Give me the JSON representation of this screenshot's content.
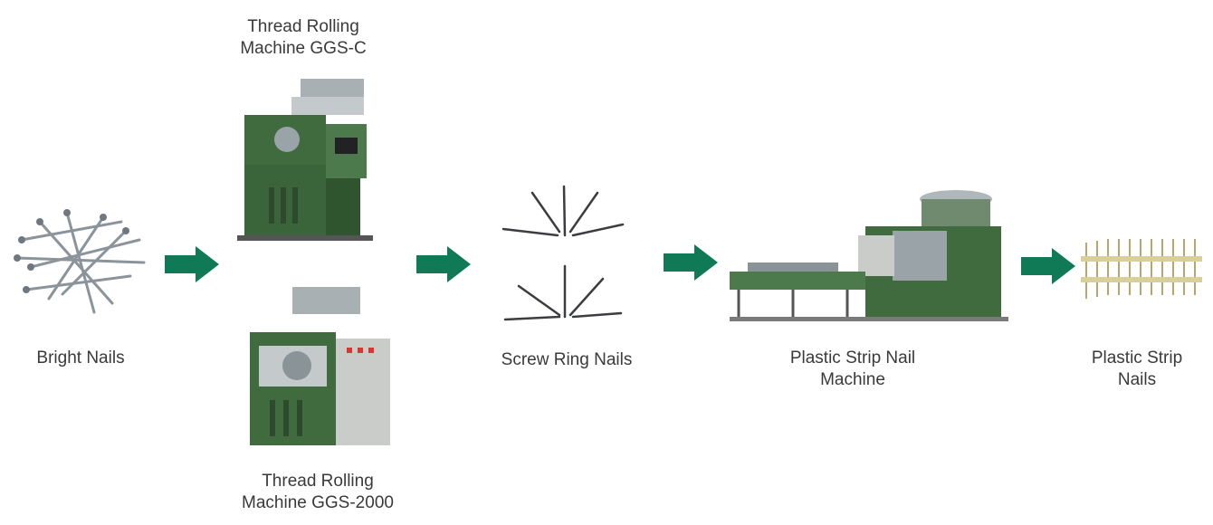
{
  "colors": {
    "arrow": "#0f7a55",
    "machine_green": "#3f6b3f",
    "metal": "#9aa3a8"
  },
  "stages": {
    "bright_nails": {
      "label": "Bright Nails"
    },
    "machine_top": {
      "label_line1": "Thread Rolling",
      "label_line2": "Machine GGS-C"
    },
    "machine_bottom": {
      "label_line1": "Thread Rolling",
      "label_line2": "Machine GGS-2000"
    },
    "screw_ring_nails": {
      "label": "Screw Ring Nails"
    },
    "strip_machine": {
      "label_line1": "Plastic Strip Nail",
      "label_line2": "Machine"
    },
    "strip_nails": {
      "label_line1": "Plastic Strip",
      "label_line2": "Nails"
    }
  },
  "icons": [
    "arrow-right-icon"
  ]
}
